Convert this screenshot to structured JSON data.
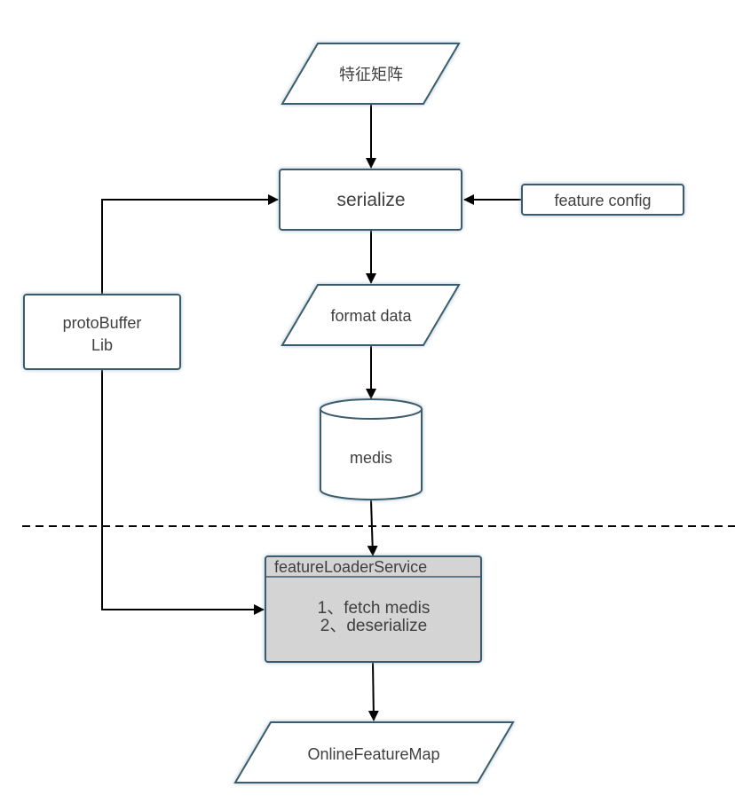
{
  "nodes": {
    "feature_matrix": "特征矩阵",
    "serialize": "serialize",
    "feature_config": "feature config",
    "format_data": "format data",
    "medis": "medis",
    "protobuffer_line1": "protoBuffer",
    "protobuffer_line2": "Lib",
    "loader_title": "featureLoaderService",
    "loader_step1": "1、fetch medis",
    "loader_step2": "2、deserialize",
    "online_map": "OnlineFeatureMap"
  },
  "colors": {
    "shape_border": "#3b5c6e",
    "shape_fill": "#ffffff",
    "service_fill": "#d4d4d4",
    "text": "#3f3f3f",
    "edge": "#000000"
  }
}
